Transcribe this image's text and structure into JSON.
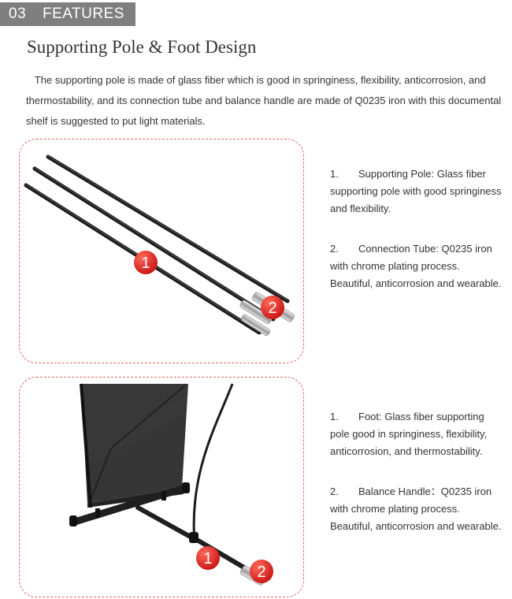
{
  "header": {
    "number": "03",
    "label": "FEATURES"
  },
  "section_title": "Supporting Pole & Foot Design",
  "intro": "The supporting pole is made of glass fiber which is good in springiness, flexibility, anticorrosion, and thermostability, and its connection tube and balance handle are made of Q0235 iron with this documental shelf is suggested to put light materials.",
  "panels": [
    {
      "badges": [
        "1",
        "2"
      ],
      "features": [
        {
          "number": "1.",
          "text": "Supporting Pole: Glass fiber supporting pole with good springiness and flexibility."
        },
        {
          "number": "2.",
          "text": "Connection Tube: Q0235 iron with chrome plating process. Beautiful, anticorrosion and wearable."
        }
      ]
    },
    {
      "badges": [
        "1",
        "2"
      ],
      "features": [
        {
          "number": "1.",
          "text": "Foot: Glass fiber supporting pole good in springiness, flexibility, anticorrosion, and thermostability."
        },
        {
          "number": "2.",
          "text": "Balance Handle：Q0235 iron with chrome plating process. Beautiful, anticorrosion and wearable."
        }
      ]
    }
  ],
  "colors": {
    "header_bg": "#7f7f7f",
    "badge_red": "#e02020",
    "dashed_border": "#e06a6a"
  }
}
